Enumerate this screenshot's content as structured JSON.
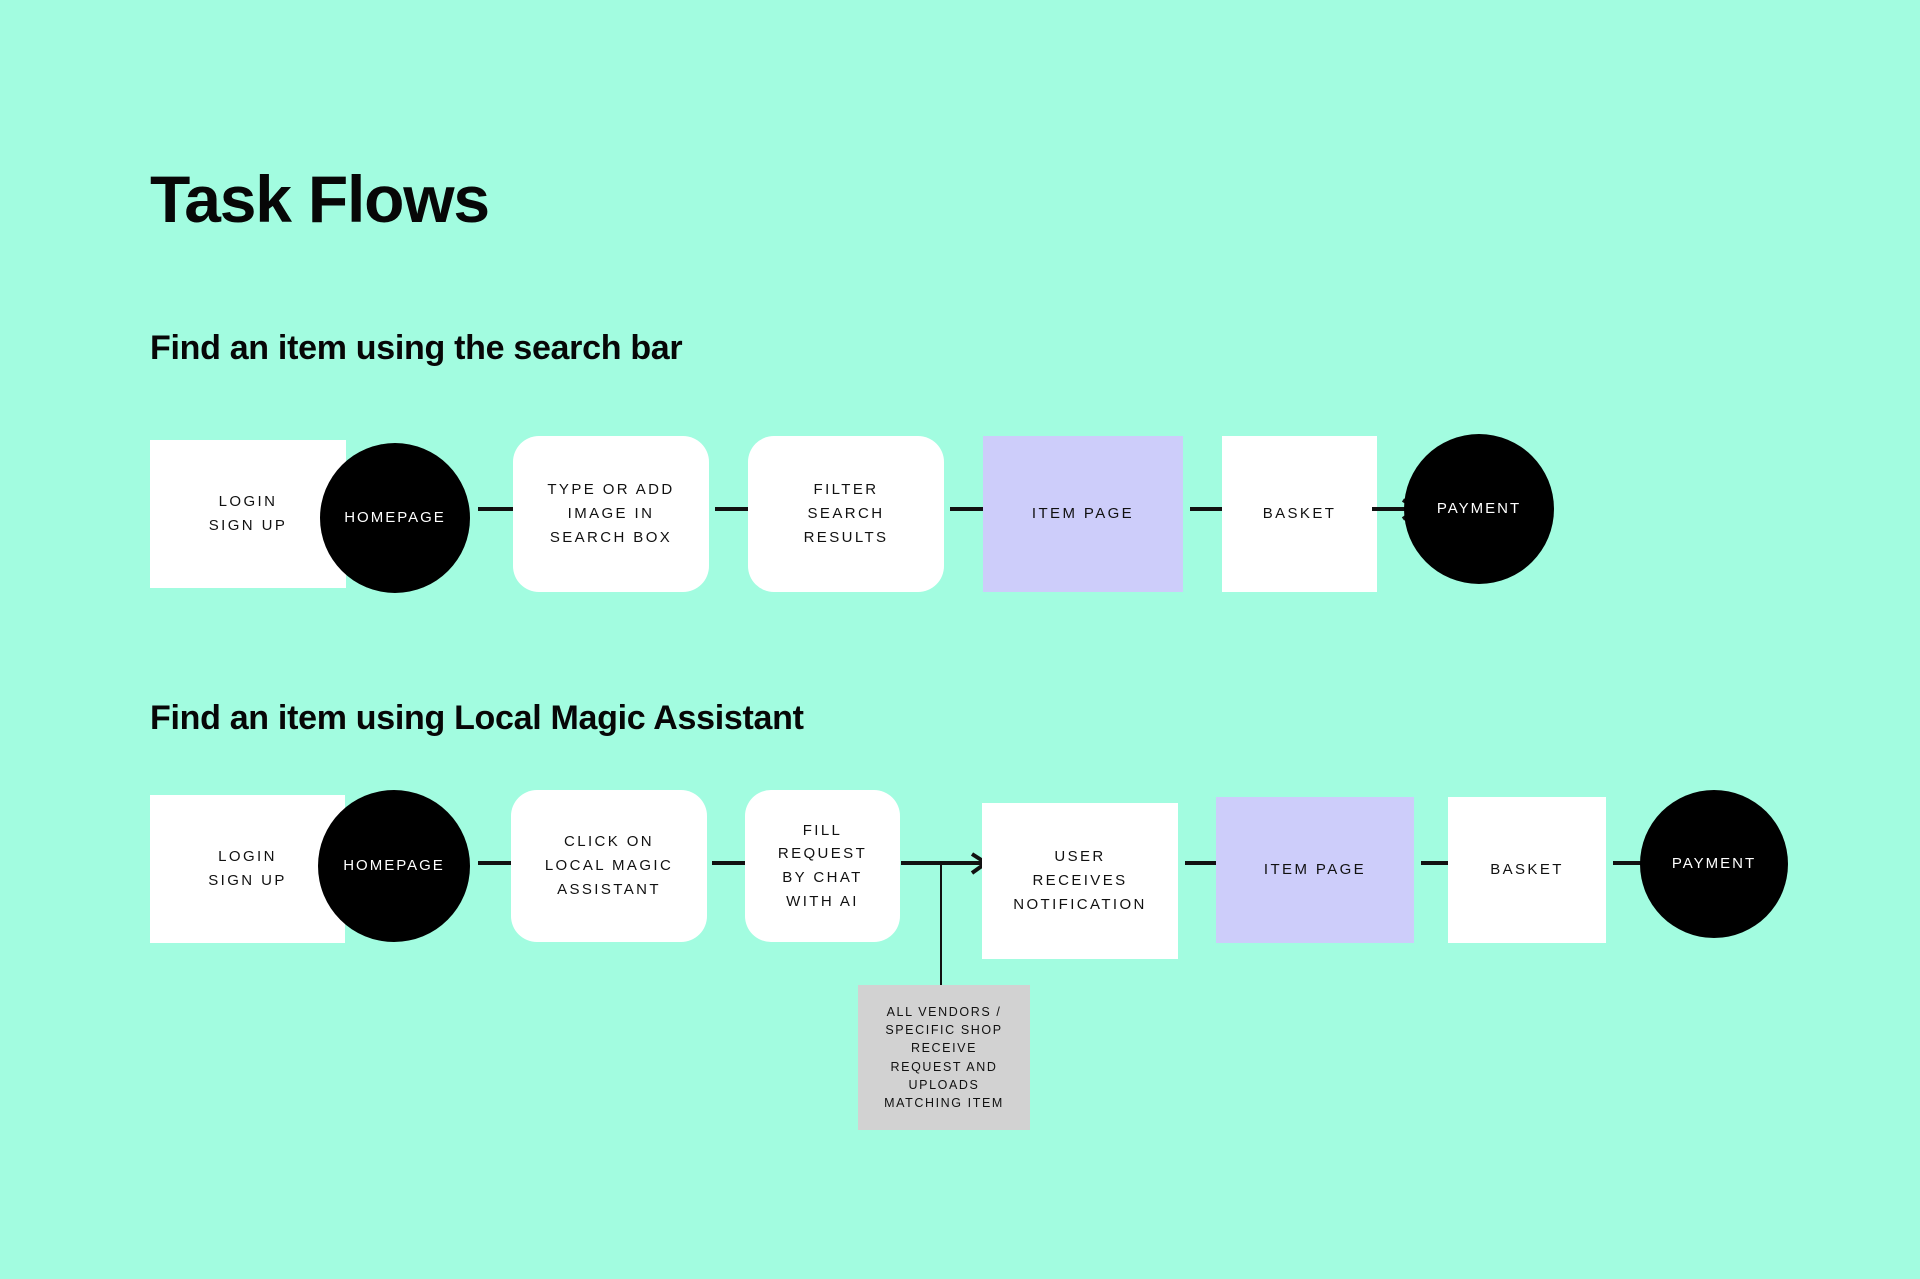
{
  "page": {
    "title": "Task Flows",
    "background_color": "#A2FCE0",
    "accent_lavender": "#CDCDFA",
    "accent_gray": "#D2D2D2",
    "node_white": "#FFFFFF",
    "node_black": "#000000",
    "text_color": "#111111"
  },
  "sections": [
    {
      "id": "search-bar-flow",
      "heading": "Find an item using the search bar",
      "nodes": [
        {
          "id": "login-sign-up",
          "label": "LOGIN\nSIGN UP",
          "shape": "square"
        },
        {
          "id": "homepage",
          "label": "HOMEPAGE",
          "shape": "circle"
        },
        {
          "id": "type-or-add",
          "label": "TYPE OR ADD\nIMAGE IN\nSEARCH BOX",
          "shape": "rounded"
        },
        {
          "id": "filter-results",
          "label": "FILTER\nSEARCH\nRESULTS",
          "shape": "rounded"
        },
        {
          "id": "item-page",
          "label": "ITEM PAGE",
          "shape": "lavender"
        },
        {
          "id": "basket",
          "label": "BASKET",
          "shape": "square"
        },
        {
          "id": "payment",
          "label": "PAYMENT",
          "shape": "circle"
        }
      ]
    },
    {
      "id": "local-magic-assistant-flow",
      "heading": "Find an item using Local Magic Assistant",
      "nodes": [
        {
          "id": "login-sign-up",
          "label": "LOGIN\nSIGN UP",
          "shape": "square"
        },
        {
          "id": "homepage",
          "label": "HOMEPAGE",
          "shape": "circle"
        },
        {
          "id": "click-assistant",
          "label": "CLICK ON\nLOCAL MAGIC\nASSISTANT",
          "shape": "rounded"
        },
        {
          "id": "fill-request",
          "label": "FILL\nREQUEST\nBY CHAT\nWITH AI",
          "shape": "rounded"
        },
        {
          "id": "user-notification",
          "label": "USER\nRECEIVES\nNOTIFICATION",
          "shape": "square"
        },
        {
          "id": "item-page",
          "label": "ITEM PAGE",
          "shape": "lavender"
        },
        {
          "id": "basket",
          "label": "BASKET",
          "shape": "square"
        },
        {
          "id": "payment",
          "label": "PAYMENT",
          "shape": "circle"
        }
      ],
      "annotation": {
        "id": "vendor-upload-note",
        "label": "ALL VENDORS /\nSPECIFIC SHOP\nRECEIVE\nREQUEST AND\nUPLOADS\nMATCHING ITEM",
        "shape": "gray"
      }
    }
  ]
}
